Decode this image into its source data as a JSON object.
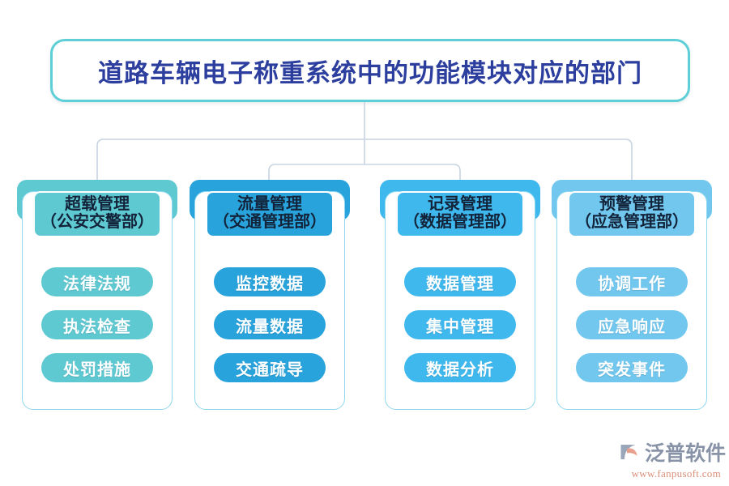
{
  "diagram": {
    "title": "道路车辆电子称重系统中的功能模块对应的部门",
    "columns": [
      {
        "head_line1": "超载管理",
        "head_line2": "（公安交警部）",
        "color": "#5fc9d2",
        "items": [
          "法律法规",
          "执法检查",
          "处罚措施"
        ]
      },
      {
        "head_line1": "流量管理",
        "head_line2": "（交通管理部）",
        "color": "#29a3dc",
        "items": [
          "监控数据",
          "流量数据",
          "交通疏导"
        ]
      },
      {
        "head_line1": "记录管理",
        "head_line2": "（数据管理部）",
        "color": "#3fb8ee",
        "items": [
          "数据管理",
          "集中管理",
          "数据分析"
        ]
      },
      {
        "head_line1": "预警管理",
        "head_line2": "（应急管理部）",
        "color": "#72c7ee",
        "items": [
          "协调工作",
          "应急响应",
          "突发事件"
        ]
      }
    ]
  },
  "style": {
    "title_border": "#5ecfd6",
    "title_text": "#2c3e9e",
    "card_border": "#8fd8ef",
    "connector": "#c7d4e2",
    "head_text": "#12233a",
    "pill_text": "#ffffff",
    "background": "#ffffff"
  },
  "watermark": {
    "brand": "泛普软件",
    "url": "www.fanpusoft.com",
    "brand_color": "#8893a8",
    "url_color": "#d98f7a",
    "mark_color": "#9aa6ba"
  }
}
